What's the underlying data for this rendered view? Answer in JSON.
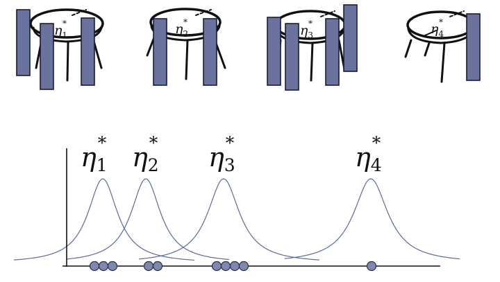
{
  "tables": [
    {
      "id": "table-1",
      "label": "η",
      "subscript": "1",
      "superscript": "*",
      "diners": 3
    },
    {
      "id": "table-2",
      "label": "η",
      "subscript": "2",
      "superscript": "*",
      "diners": 2
    },
    {
      "id": "table-3",
      "label": "η",
      "subscript": "3",
      "superscript": "*",
      "diners": 4
    },
    {
      "id": "table-4",
      "label": "η",
      "subscript": "4",
      "superscript": "*",
      "diners": 1
    }
  ],
  "distributions": [
    {
      "label": "η",
      "subscript": "1",
      "superscript": "*",
      "points": 3
    },
    {
      "label": "η",
      "subscript": "2",
      "superscript": "*",
      "points": 2
    },
    {
      "label": "η",
      "subscript": "3",
      "superscript": "*",
      "points": 4
    },
    {
      "label": "η",
      "subscript": "4",
      "superscript": "*",
      "points": 1
    }
  ],
  "colors": {
    "person_fill": "#6a739e",
    "curve": "#5a6a9a",
    "dot_fill": "#7f88ad"
  }
}
